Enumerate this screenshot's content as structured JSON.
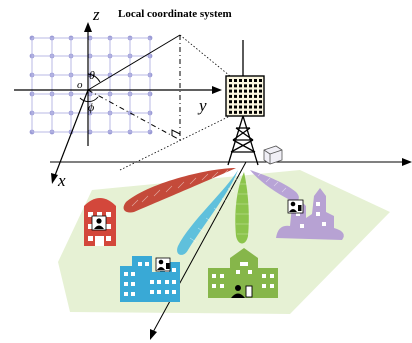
{
  "title": "Local coordinate system",
  "axes": {
    "z": "z",
    "y": "y",
    "x": "x",
    "origin": "o"
  },
  "angles": {
    "theta": "θ",
    "phi": "ϕ"
  },
  "colors": {
    "grid_dot": "#9b9bd6",
    "ground": "#e6f1d4",
    "beam_red": "#c44a3a",
    "beam_cyan": "#5fc0dc",
    "beam_green": "#8cc44c",
    "beam_purple": "#b8a4d6",
    "building_red": "#d3473b",
    "building_cyan": "#39a9d6",
    "building_green": "#86b64a",
    "building_purple": "#b7a2d3"
  }
}
